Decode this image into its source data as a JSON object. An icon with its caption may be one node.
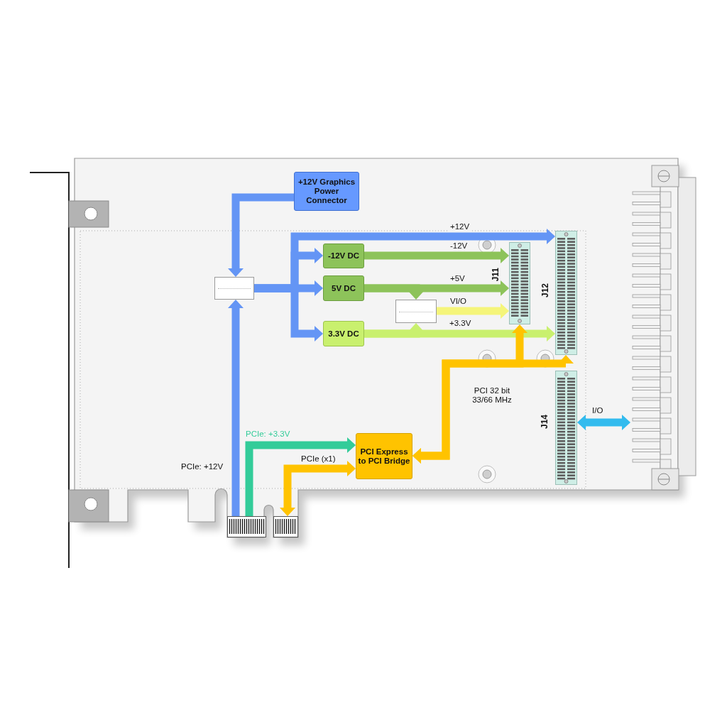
{
  "diagram": {
    "nodes": [
      {
        "text": [
          "+12V Graphics Power Connector"
        ]
      },
      {
        "text": [],
        "shape": "box"
      },
      {
        "text": [
          "-12V DC"
        ]
      },
      {
        "text": [
          "5V DC"
        ]
      },
      {
        "text": [],
        "shape": "box"
      },
      {
        "text": [
          "3.3V DC"
        ]
      },
      {
        "text": [
          "J11"
        ]
      },
      {
        "text": [
          "J12"
        ]
      },
      {
        "text": [
          "J14"
        ]
      },
      {
        "text": [
          "PCI Express to PCI Bridge"
        ]
      },
      {
        "text": [],
        "shape": "connector"
      },
      {
        "text": [],
        "shape": "connector"
      },
      {
        "text": [],
        "shape": "connector"
      }
    ],
    "edges": [
      {
        "from": 0,
        "to": 1,
        "arrow": "to"
      },
      {
        "from": 10,
        "to": 1,
        "arrow": "to",
        "label": "PCIe: +12V"
      },
      {
        "from": 1,
        "to": 7,
        "arrow": "to",
        "label": "+12V"
      },
      {
        "from": 1,
        "to": 2,
        "arrow": "to"
      },
      {
        "from": 1,
        "to": 3,
        "arrow": "to"
      },
      {
        "from": 1,
        "to": 5,
        "arrow": "to"
      },
      {
        "from": 2,
        "to": 6,
        "arrow": "to",
        "label": "-12V",
        "color": "#8dc35a"
      },
      {
        "from": 3,
        "to": 6,
        "arrow": "to",
        "label": "+5V",
        "color": "#8dc35a"
      },
      {
        "from": 3,
        "to": 4,
        "arrow": "to",
        "color": "#8dc35a"
      },
      {
        "from": 4,
        "to": 6,
        "arrow": "to",
        "label": "VI/O",
        "color": "#f5f57a"
      },
      {
        "from": 5,
        "to": 4,
        "arrow": "to",
        "color": "#c9f06e"
      },
      {
        "from": 5,
        "to": 7,
        "arrow": "to",
        "label": "+3.3V",
        "color": "#c9f06e"
      },
      {
        "from": 9,
        "to": 6,
        "arrow": "both",
        "label": "PCI 32 bit 33/66 MHz",
        "color": "#ffc300"
      },
      {
        "from": 9,
        "to": 7,
        "arrow": "both",
        "color": "#ffc300"
      },
      {
        "from": 8,
        "to": 12,
        "arrow": "both",
        "label": "I/O",
        "color": "#33bbee"
      },
      {
        "from": 10,
        "to": 9,
        "arrow": "to",
        "label": "PCIe: +3.3V",
        "color": "#33cc99"
      },
      {
        "from": 9,
        "to": 11,
        "arrow": "both",
        "label": "PCIe (x1)",
        "color": "#ffc300"
      }
    ]
  }
}
